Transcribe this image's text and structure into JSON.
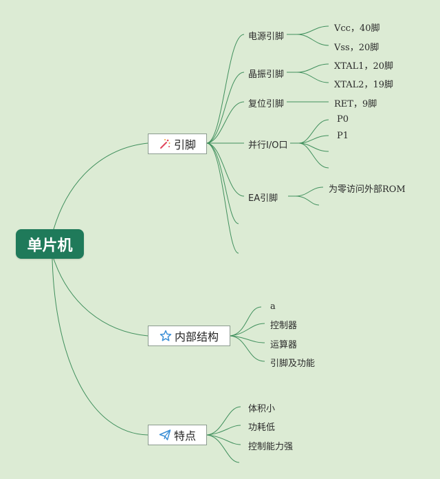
{
  "root": {
    "label": "单片机"
  },
  "branches": {
    "pins": {
      "label": "引脚",
      "icon": "magic-wand-icon",
      "children": {
        "power": {
          "label": "电源引脚",
          "leaves": [
            "Vcc，40脚",
            "Vss，20脚"
          ]
        },
        "crystal": {
          "label": "晶振引脚",
          "leaves": [
            "XTAL1，20脚",
            "XTAL2，19脚"
          ]
        },
        "reset": {
          "label": "复位引脚",
          "leaves": [
            "RET，9脚"
          ]
        },
        "io": {
          "label": "并行I/O口",
          "leaves": [
            "P0",
            "P1"
          ]
        },
        "ea": {
          "label": "EA引脚",
          "leaves": [
            "为零访问外部ROM"
          ]
        }
      }
    },
    "internal": {
      "label": "内部结构",
      "icon": "star-icon",
      "leaves": [
        "a",
        "控制器",
        "运算器",
        "引脚及功能"
      ]
    },
    "features": {
      "label": "特点",
      "icon": "paper-plane-icon",
      "leaves": [
        "体积小",
        "功耗低",
        "控制能力强"
      ]
    }
  },
  "colors": {
    "line": "#3f8f5c",
    "root_fill": "#1f7a5a",
    "background": "#dcebd4",
    "icon_accent": "#e0465e",
    "icon_blue": "#3a8fd6"
  }
}
